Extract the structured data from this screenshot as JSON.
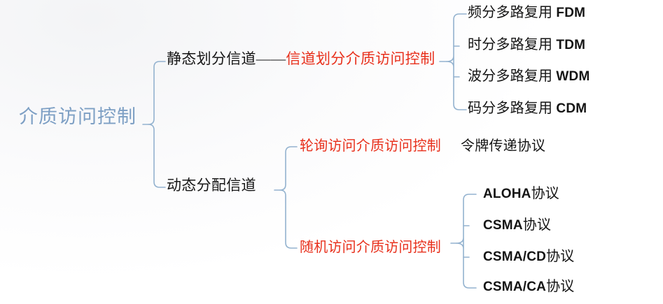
{
  "diagram": {
    "title_text": "介质访问控制",
    "type": "mind-map",
    "accent_color": "#7d9fc4",
    "highlight_color": "#e8301c",
    "text_color": "#161616",
    "connector_color": "#93b2cf",
    "background_color": "#ffffff"
  },
  "root": {
    "label": "介质访问控制"
  },
  "branches": [
    {
      "id": "static",
      "label_black": "静态划分信道——",
      "label_red": "信道划分介质访问控制",
      "children": [
        {
          "cjk": "频分多路复用 ",
          "latin": "FDM",
          "suffix": ""
        },
        {
          "cjk": "时分多路复用 ",
          "latin": "TDM",
          "suffix": ""
        },
        {
          "cjk": "波分多路复用 ",
          "latin": "WDM",
          "suffix": ""
        },
        {
          "cjk": "码分多路复用 ",
          "latin": "CDM",
          "suffix": ""
        }
      ]
    },
    {
      "id": "dynamic",
      "label_black": "动态分配信道",
      "label_red": "",
      "sub_branches": [
        {
          "id": "polling",
          "label_red": "轮询访问介质访问控制",
          "label_black": "令牌传递协议",
          "children": []
        },
        {
          "id": "random",
          "label_red": "随机访问介质访问控制",
          "label_black": "",
          "children": [
            {
              "cjk": "",
              "latin": "ALOHA",
              "suffix": "协议"
            },
            {
              "cjk": "",
              "latin": "CSMA",
              "suffix": "协议"
            },
            {
              "cjk": "",
              "latin": "CSMA/CD",
              "suffix": "协议"
            },
            {
              "cjk": "",
              "latin": "CSMA/CA",
              "suffix": "协议"
            }
          ]
        }
      ]
    }
  ]
}
